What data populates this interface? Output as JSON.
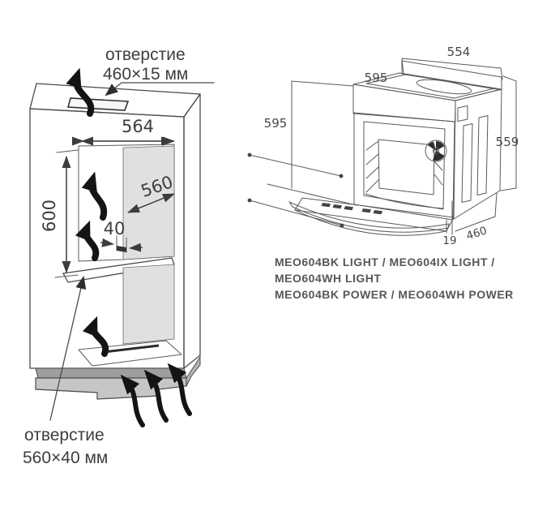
{
  "cabinet_diagram": {
    "top_vent_label": {
      "line1": "отверстие",
      "line2": "460×15 мм"
    },
    "bottom_vent_label": {
      "line1": "отверстие",
      "line2": "560×40 мм"
    },
    "dims": {
      "niche_width": "564",
      "niche_height": "600",
      "niche_depth": "560",
      "rear_gap": "40"
    }
  },
  "oven_diagram": {
    "dims": {
      "rear_panel_width": "554",
      "top_front_width": "595",
      "front_height": "595",
      "body_depth": "559",
      "door_edge": "19",
      "door_depth": "460"
    }
  },
  "models": {
    "line1": "MEO604BK LIGHT / MEO604IX LIGHT /",
    "line2": "MEO604WH LIGHT",
    "line3": "MEO604BK POWER / MEO604WH POWER"
  },
  "colors": {
    "line": "#4a4a4a",
    "arrow": "#141414",
    "cabinet_top": "#cbcbcb",
    "cabinet_side": "#e4e4e4",
    "cavity_back": "#e0e0e0",
    "plinth": "#c6c6c6",
    "plinth_band": "#9e9e9e",
    "label_text": "#3e3e3e",
    "model_text": "#54575b"
  }
}
